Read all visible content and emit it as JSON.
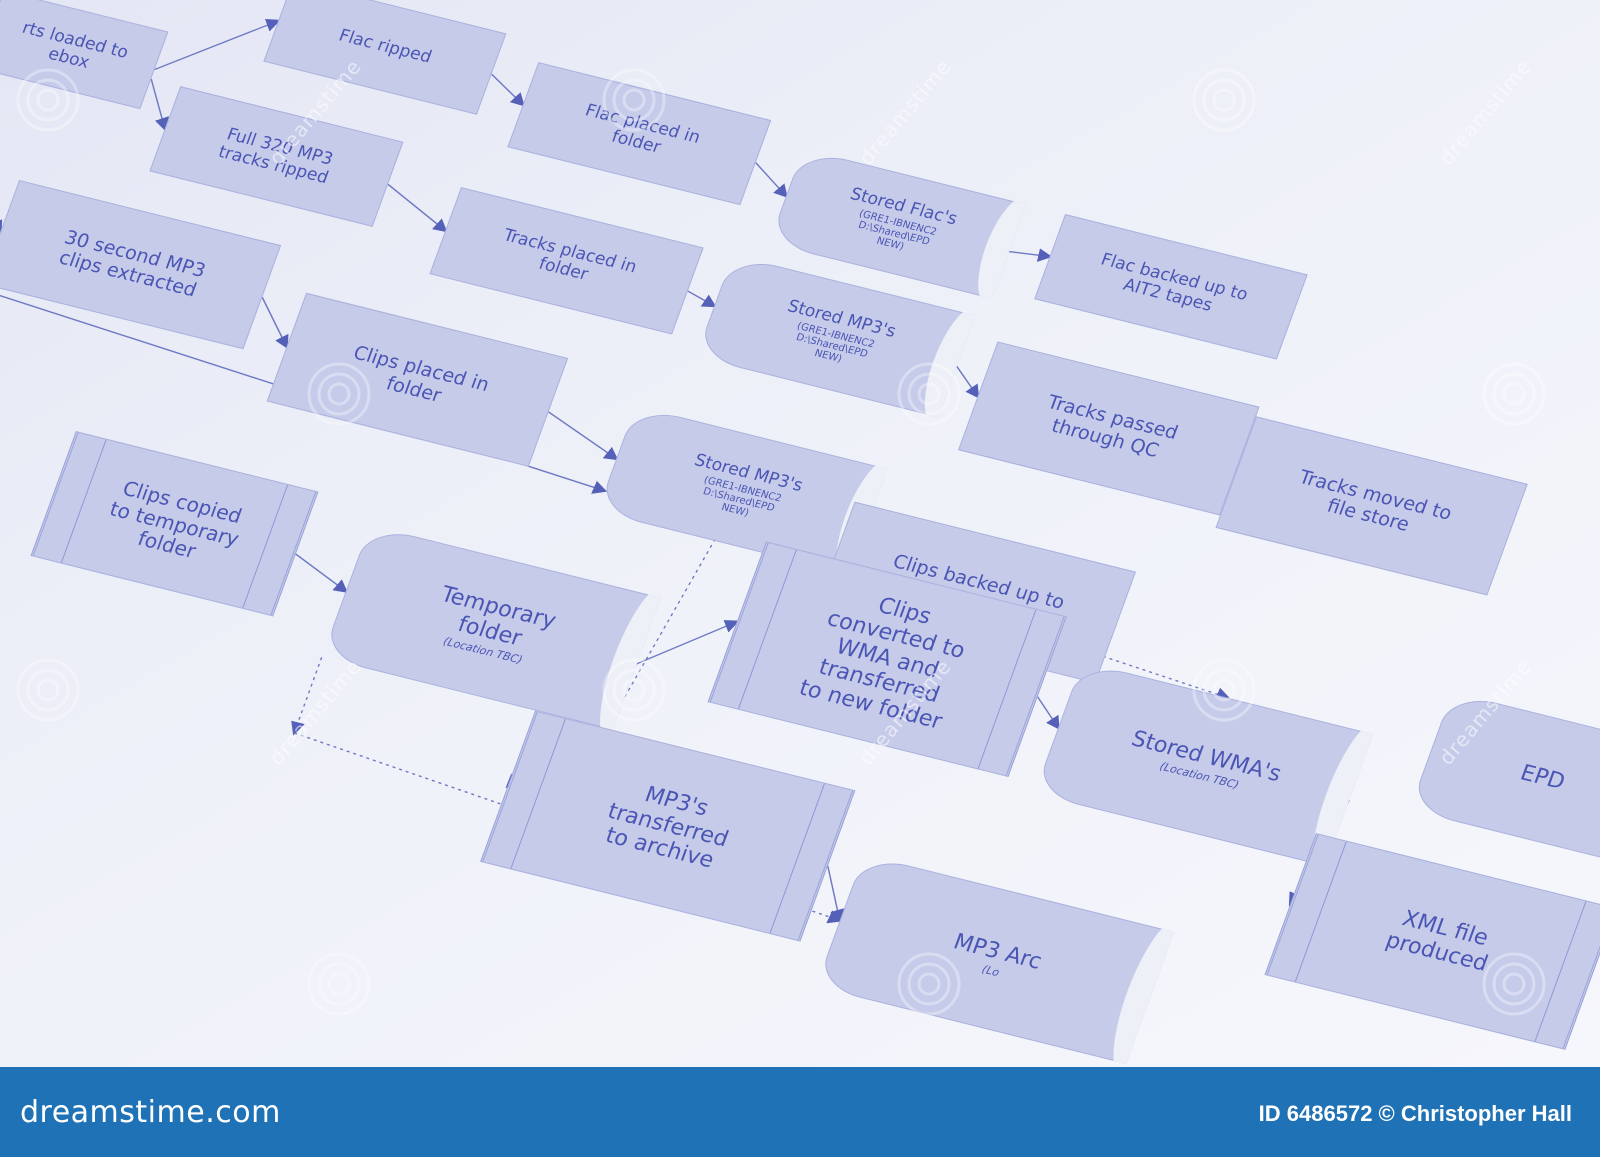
{
  "diagram": {
    "boxes": {
      "loaded": "rts loaded to\nebox",
      "flac_ripped": "Flac ripped",
      "flac_placed": "Flac placed in\nfolder",
      "full_320": "Full 320 MP3\ntracks ripped",
      "stored_flacs": "Stored Flac's",
      "stored_flacs_addr": "(GRE1-IBNENC2\nD:\\Shared\\EPD\nNEW)",
      "tracks_placed": "Tracks placed in\nfolder",
      "flac_backed": "Flac backed up to\nAIT2 tapes",
      "clips_30": "30 second MP3\nclips extracted",
      "stored_mp3_a": "Stored MP3's",
      "stored_mp3_a_addr": "(GRE1-IBNENC2\nD:\\Shared\\EPD\nNEW)",
      "clips_placed": "Clips placed in\nfolder",
      "tracks_qc": "Tracks passed\nthrough QC",
      "stored_mp3_b": "Stored MP3's",
      "stored_mp3_b_addr": "(GRE1-IBNENC2\nD:\\Shared\\EPD\nNEW)",
      "tracks_moved": "Tracks moved to\nfile store",
      "clips_backed": "Clips backed up to\nAIT2 tapes",
      "clips_copied": "Clips copied\nto temporary\nfolder",
      "temp_folder": "Temporary\nfolder",
      "temp_folder_sub": "(Location TBC)",
      "clips_converted": "Clips\nconverted to\nWMA and\ntransferred\nto new folder",
      "stored_wma": "Stored WMA's",
      "stored_wma_sub": "(Location TBC)",
      "epd": "EPD",
      "mp3_archive_transfer": "MP3's\ntransferred\nto archive",
      "xml_file": "XML file\nproduced",
      "mp3_archive": "MP3 Arc",
      "mp3_archive_sub": "(Lo"
    }
  },
  "watermark": {
    "site_text": "dreamstime",
    "color": "#ffffff"
  },
  "footer": {
    "brand": "dreamstime.com",
    "credit": "ID 6486572 © Christopher Hall",
    "bg_color": "#1e72b5"
  },
  "colors": {
    "box_fill": "#c6cbea",
    "box_text": "#4a55b4",
    "paper": "#eef0f8"
  }
}
